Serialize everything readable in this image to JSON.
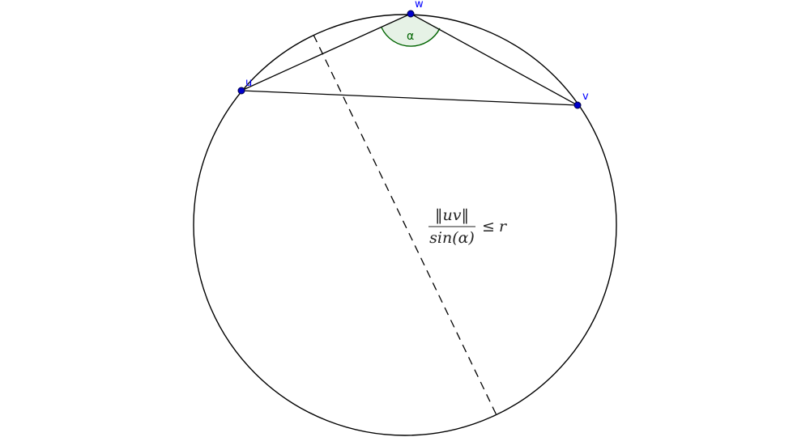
{
  "points": [
    {
      "id": "w",
      "label": "w"
    },
    {
      "id": "u",
      "label": "u"
    },
    {
      "id": "v",
      "label": "v"
    }
  ],
  "angle": {
    "label": "α",
    "vertex": "w"
  },
  "formula": {
    "numerator": "‖uv‖",
    "denominator": "sin(α)",
    "relation": "≤",
    "rhs": "r"
  },
  "colors": {
    "point_fill": "#0000cc",
    "point_label": "#0000ff",
    "angle_fill": "#e6f2e6",
    "angle_stroke": "#006400",
    "line": "#000000"
  }
}
